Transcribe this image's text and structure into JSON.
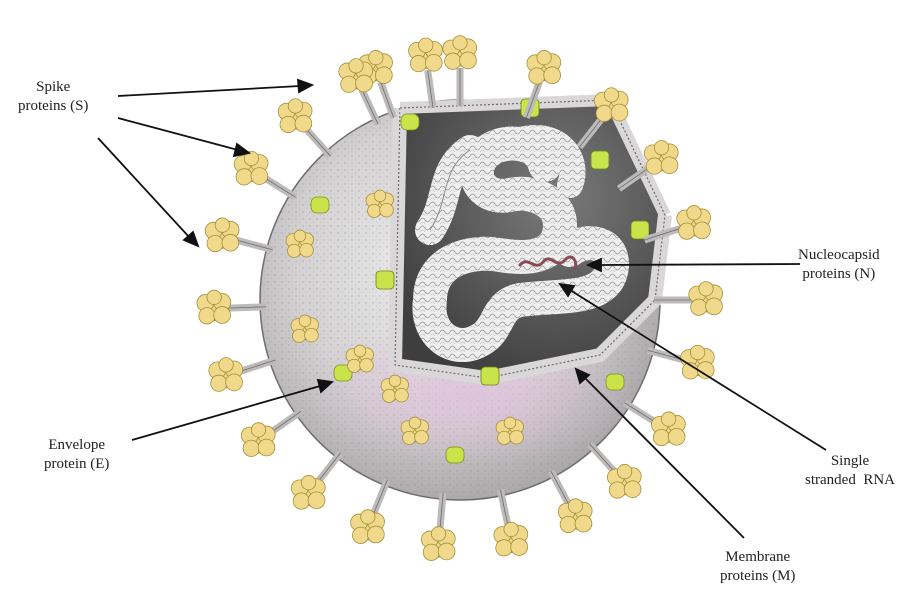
{
  "diagram": {
    "labels": {
      "spike": [
        "Spike",
        "proteins (S)"
      ],
      "nucleocapsid": [
        "Nucleocapsid",
        "proteins (N)"
      ],
      "envelope": [
        "Envelope",
        "protein (E)"
      ],
      "rna": [
        "Single",
        "stranded  RNA"
      ],
      "membrane": [
        "Membrane",
        "proteins (M)"
      ]
    },
    "colors": {
      "virion_fill": "#d6d3d3",
      "spike_yellow": "#f0d98a",
      "envelope_green": "#c9e34a",
      "membrane_tint": "#d9b6d3",
      "rna_color": "#8a4a5a",
      "line": "#111111"
    }
  }
}
